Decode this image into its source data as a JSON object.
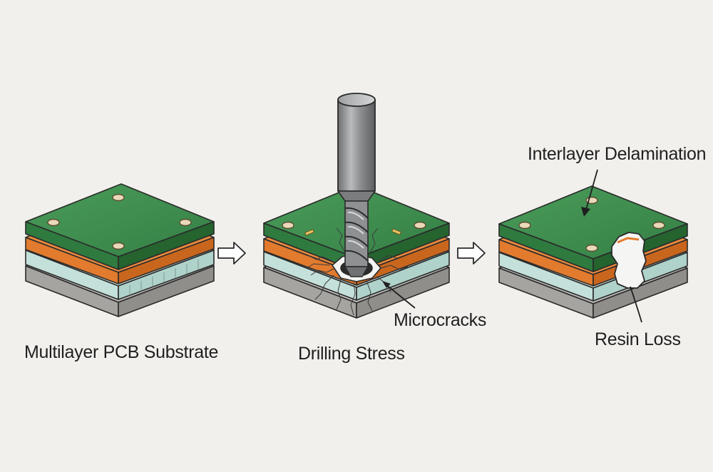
{
  "labels": {
    "multilayer": "Multilayer PCB Substrate",
    "drilling": "Drilling Stress",
    "microcracks": "Microcracks",
    "delamination": "Interlayer Delamination",
    "resin_loss": "Resin Loss"
  },
  "colors": {
    "background": "#f1f0ec",
    "green_layer": "#3c8c4c",
    "orange_layer": "#e27b2e",
    "glass_layer": "#c9e1dc",
    "gray_layer": "#a9a8a4",
    "drill_metal": "#8e9092",
    "outline": "#2a2a2a"
  },
  "icons": [
    "arrow-right-icon",
    "drill-bit-icon",
    "crack-icon"
  ]
}
